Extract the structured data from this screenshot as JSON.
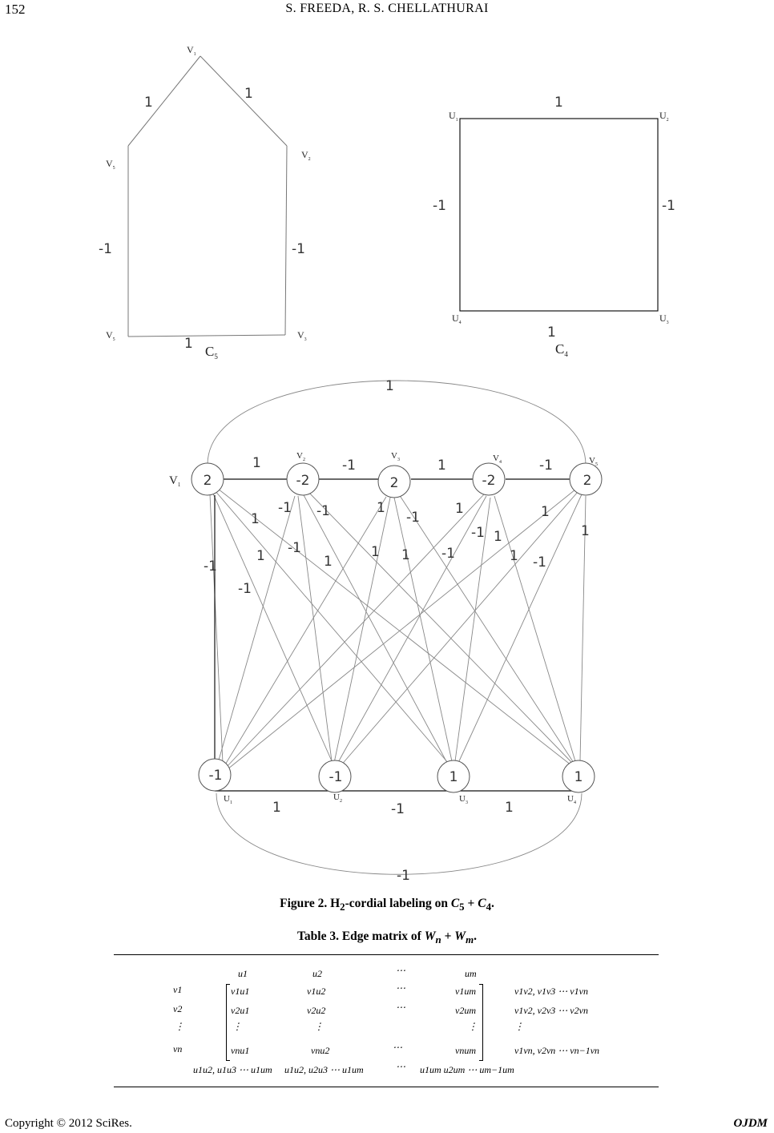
{
  "header": {
    "page_number": "152",
    "running_head": "S. FREEDA, R. S. CHELLATHURAI"
  },
  "figure": {
    "c5": {
      "name": "C",
      "name_sub": "5",
      "vertices": [
        {
          "name": "V",
          "sub": "1"
        },
        {
          "name": "V",
          "sub": "2"
        },
        {
          "name": "V",
          "sub": "3"
        },
        {
          "name": "V",
          "sub": "5"
        },
        {
          "name": "V",
          "sub": "5"
        }
      ],
      "edges": [
        {
          "from": "V1",
          "to": "V2",
          "label": "1"
        },
        {
          "from": "V2",
          "to": "V3",
          "label": "-1"
        },
        {
          "from": "V3",
          "to": "V5",
          "label": "1"
        },
        {
          "from": "V5",
          "to": "V5",
          "label": "-1"
        },
        {
          "from": "V5",
          "to": "V1",
          "label": "1"
        }
      ]
    },
    "c4": {
      "name": "C",
      "name_sub": "4",
      "vertices": [
        {
          "name": "U",
          "sub": "1"
        },
        {
          "name": "U",
          "sub": "2"
        },
        {
          "name": "U",
          "sub": "3"
        },
        {
          "name": "U",
          "sub": "4"
        }
      ],
      "edges": [
        {
          "from": "U1",
          "to": "U2",
          "label": "1"
        },
        {
          "from": "U2",
          "to": "U3",
          "label": "-1"
        },
        {
          "from": "U3",
          "to": "U4",
          "label": "1"
        },
        {
          "from": "U4",
          "to": "U1",
          "label": "-1"
        }
      ]
    },
    "sum_graph": {
      "top_vertices": [
        {
          "name": "V",
          "sub": "1",
          "value": "2"
        },
        {
          "name": "V",
          "sub": "2",
          "value": "-2"
        },
        {
          "name": "V",
          "sub": "3",
          "value": "2"
        },
        {
          "name": "V",
          "sub": "4",
          "value": "-2"
        },
        {
          "name": "V",
          "sub": "5",
          "value": "2"
        }
      ],
      "bottom_vertices": [
        {
          "name": "U",
          "sub": "1",
          "value": "-1"
        },
        {
          "name": "U",
          "sub": "2",
          "value": "-1"
        },
        {
          "name": "U",
          "sub": "3",
          "value": "1"
        },
        {
          "name": "U",
          "sub": "4",
          "value": "1"
        }
      ],
      "top_path_labels": [
        "1",
        "-1",
        "1",
        "-1"
      ],
      "top_arc_label": "1",
      "bottom_path_labels": [
        "1",
        "-1",
        "1"
      ],
      "bottom_arc_label": "-1",
      "u1_v1_label": "-1",
      "cross_labels": [
        "1",
        "-1",
        "-1",
        "1",
        "-1",
        "-1",
        "1",
        "1",
        "1",
        "-1",
        "1",
        "1",
        "-1",
        "-1",
        "1",
        "1",
        "1",
        "-1",
        "1",
        "-1"
      ]
    }
  },
  "caption": {
    "prefix": "Figure 2. H",
    "sub": "2",
    "mid": "-cordial labeling on ",
    "c5": "C",
    "c5_sub": "5",
    "plus": " + ",
    "c4": "C",
    "c4_sub": "4",
    "end": "."
  },
  "table_title": {
    "prefix": "Table 3. Edge matrix of ",
    "w": "W",
    "w_sub": "n",
    "plus": " + ",
    "w2": "W",
    "w2_sub": "m",
    "end": "."
  },
  "matrix": {
    "col_headers": [
      "u1",
      "u2",
      "⋯",
      "um"
    ],
    "row_headers": [
      "v1",
      "v2",
      "⋮",
      "vn"
    ],
    "rows": [
      [
        "v1u1",
        "v1u2",
        "⋯",
        "v1um",
        "v1v2, v1v3 ⋯ v1vn"
      ],
      [
        "v2u1",
        "v2u2",
        "⋯",
        "v2um",
        "v1v2, v2v3 ⋯ v2vn"
      ],
      [
        "⋮",
        "⋮",
        "",
        "⋮",
        "⋮"
      ],
      [
        "vnu1",
        "vnu2",
        "⋯",
        "vnum",
        "v1vn, v2vn ⋯ vn−1vn"
      ]
    ],
    "bottom_row": [
      "u1u2, u1u3 ⋯ u1um",
      "u1u2, u2u3 ⋯ u1um",
      "⋯",
      "u1um u2um ⋯ um−1um"
    ]
  },
  "footer": {
    "copyright": "Copyright © 2012 SciRes.",
    "journal": "OJDM"
  }
}
